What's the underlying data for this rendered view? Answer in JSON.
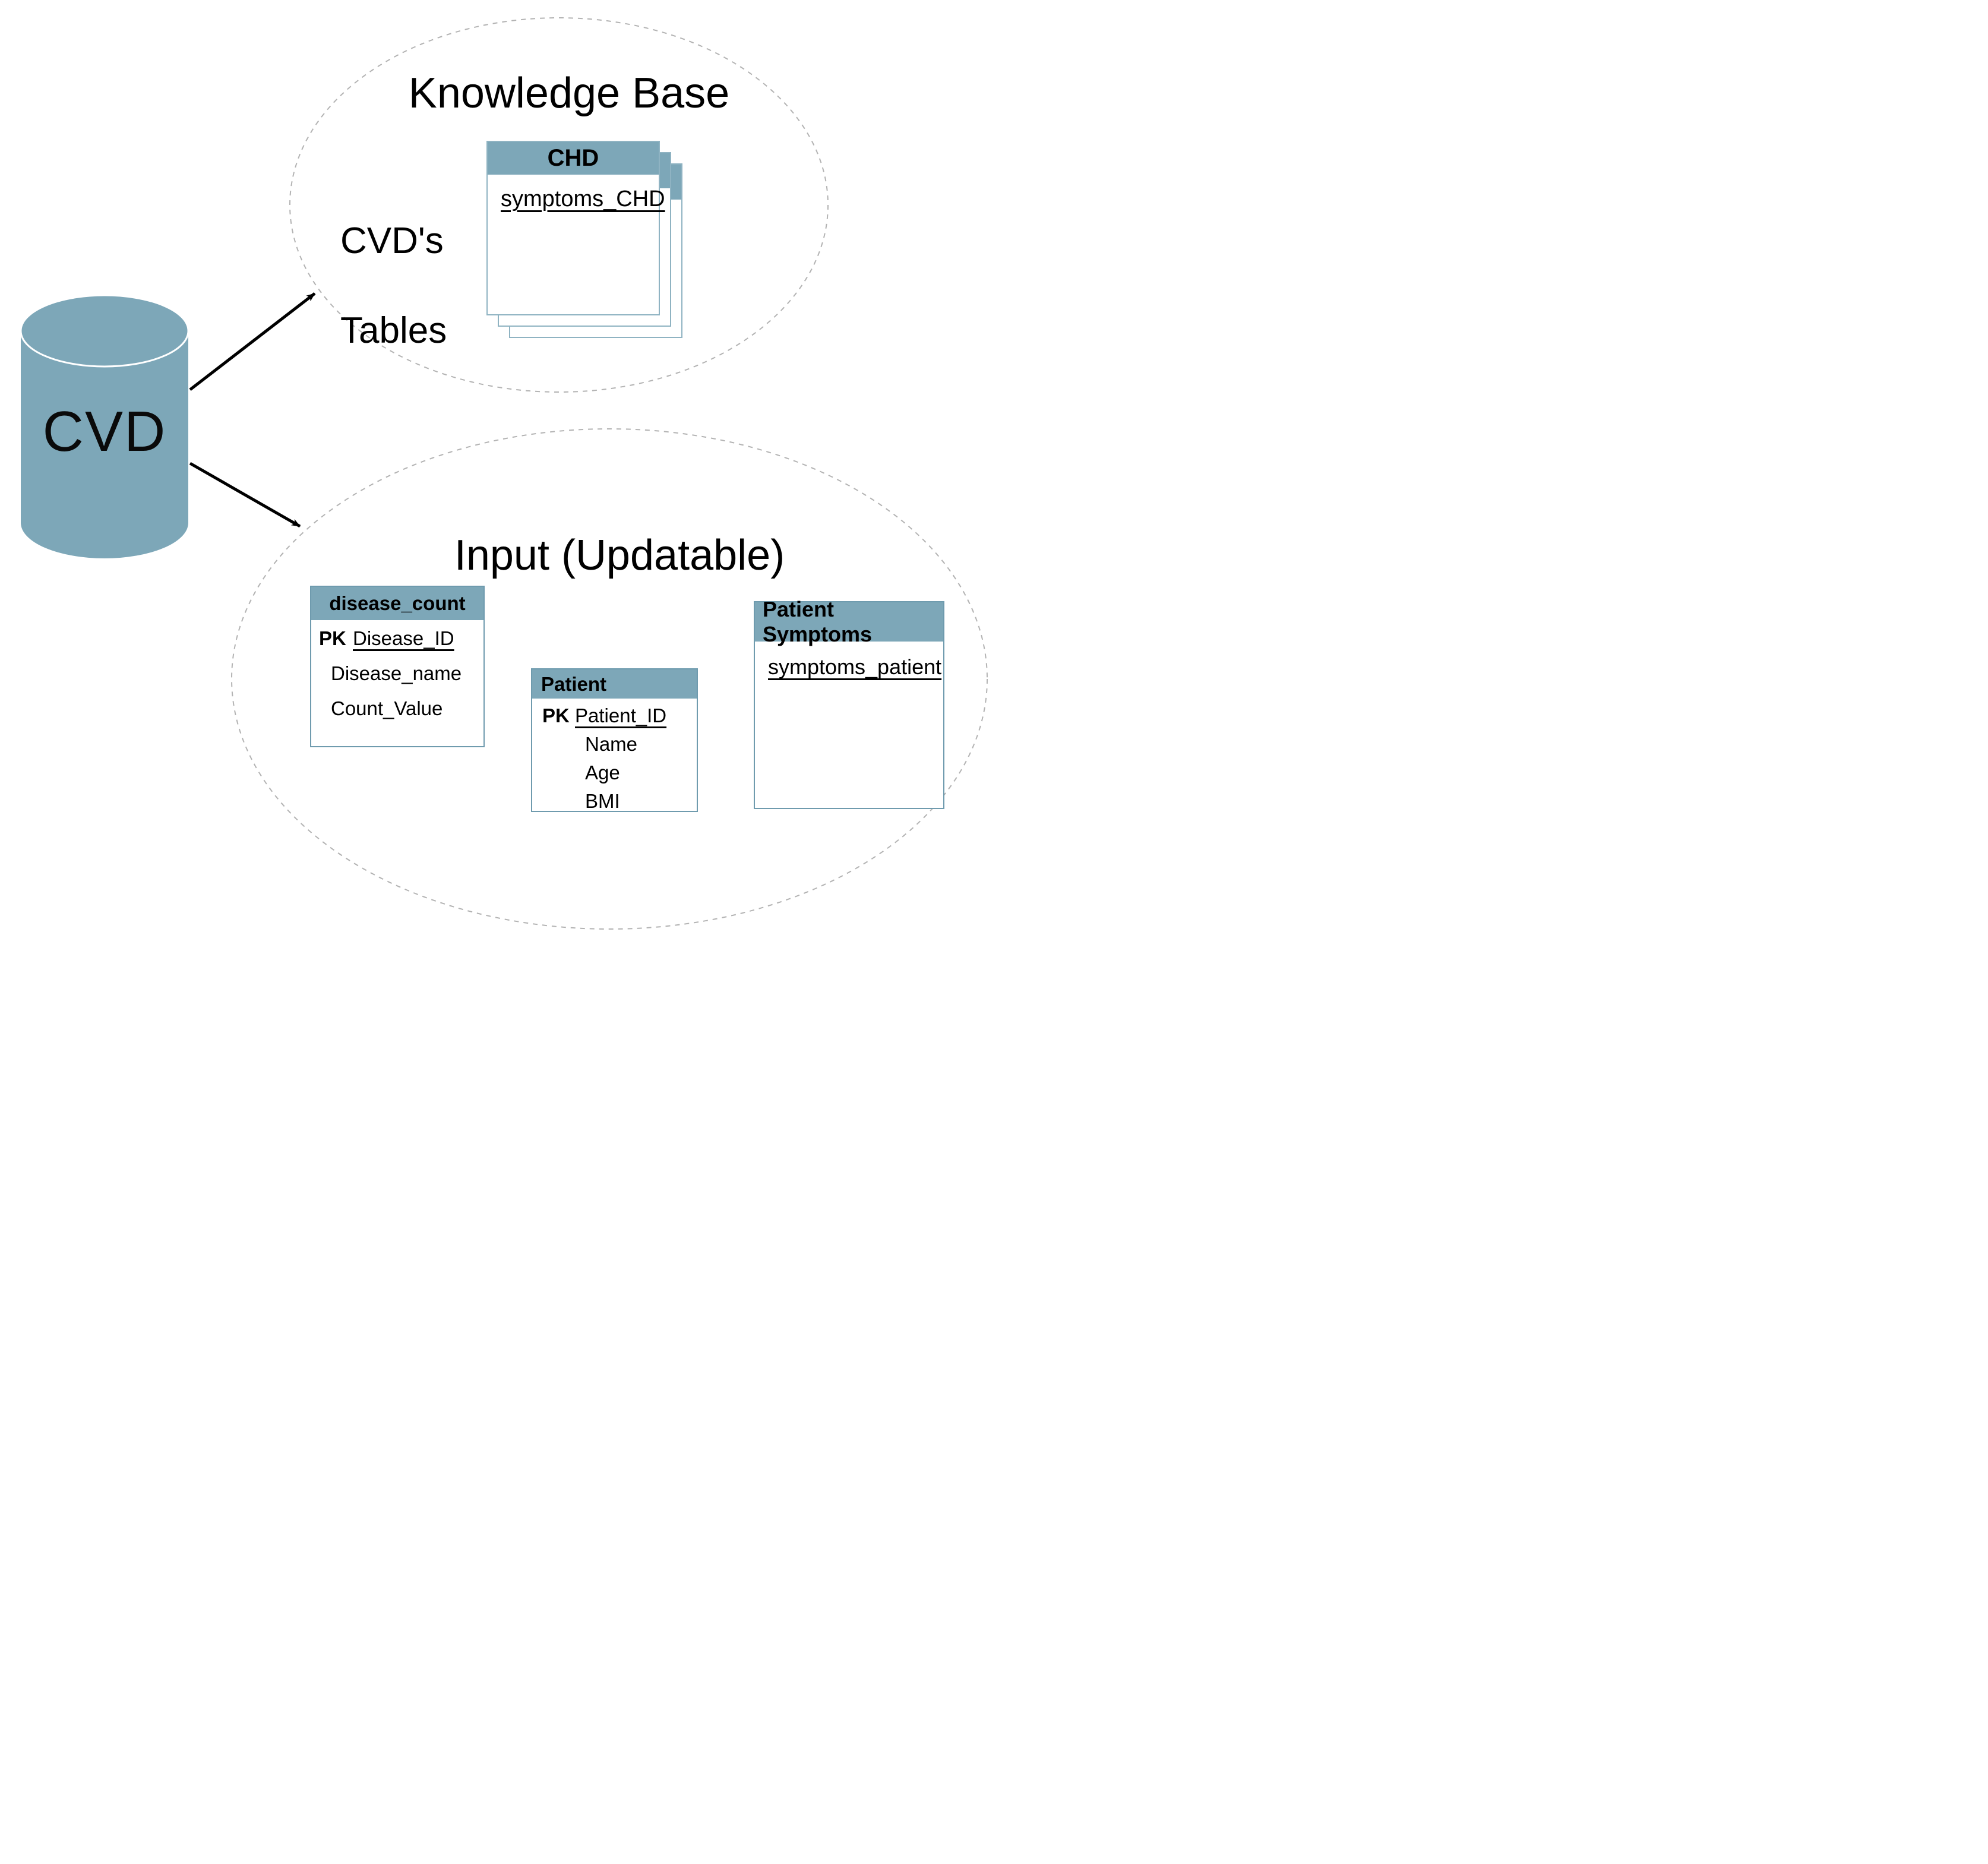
{
  "database": {
    "label": "CVD"
  },
  "knowledge_base": {
    "title": "Knowledge Base",
    "annotation_line1": "CVD's",
    "annotation_line2": "Tables",
    "chd_table": {
      "title": "CHD",
      "field": "symptoms_CHD"
    }
  },
  "input_section": {
    "title": "Input (Updatable)",
    "disease_count": {
      "title": "disease_count",
      "pk_label": "PK",
      "pk_field": "Disease_ID",
      "fields": [
        "Disease_name",
        "Count_Value"
      ]
    },
    "patient": {
      "title": "Patient",
      "pk_label": "PK",
      "pk_field": "Patient_ID",
      "fields": [
        "Name",
        "Age",
        "BMI"
      ]
    },
    "patient_symptoms": {
      "title": "Patient Symptoms",
      "field": "symptoms_patient"
    }
  },
  "colors": {
    "accent": "#7da7b8",
    "border": "#6f9bae",
    "stackBorder": "#8fb3c2",
    "dash": "#b3b3b3",
    "arrow": "#000000"
  }
}
